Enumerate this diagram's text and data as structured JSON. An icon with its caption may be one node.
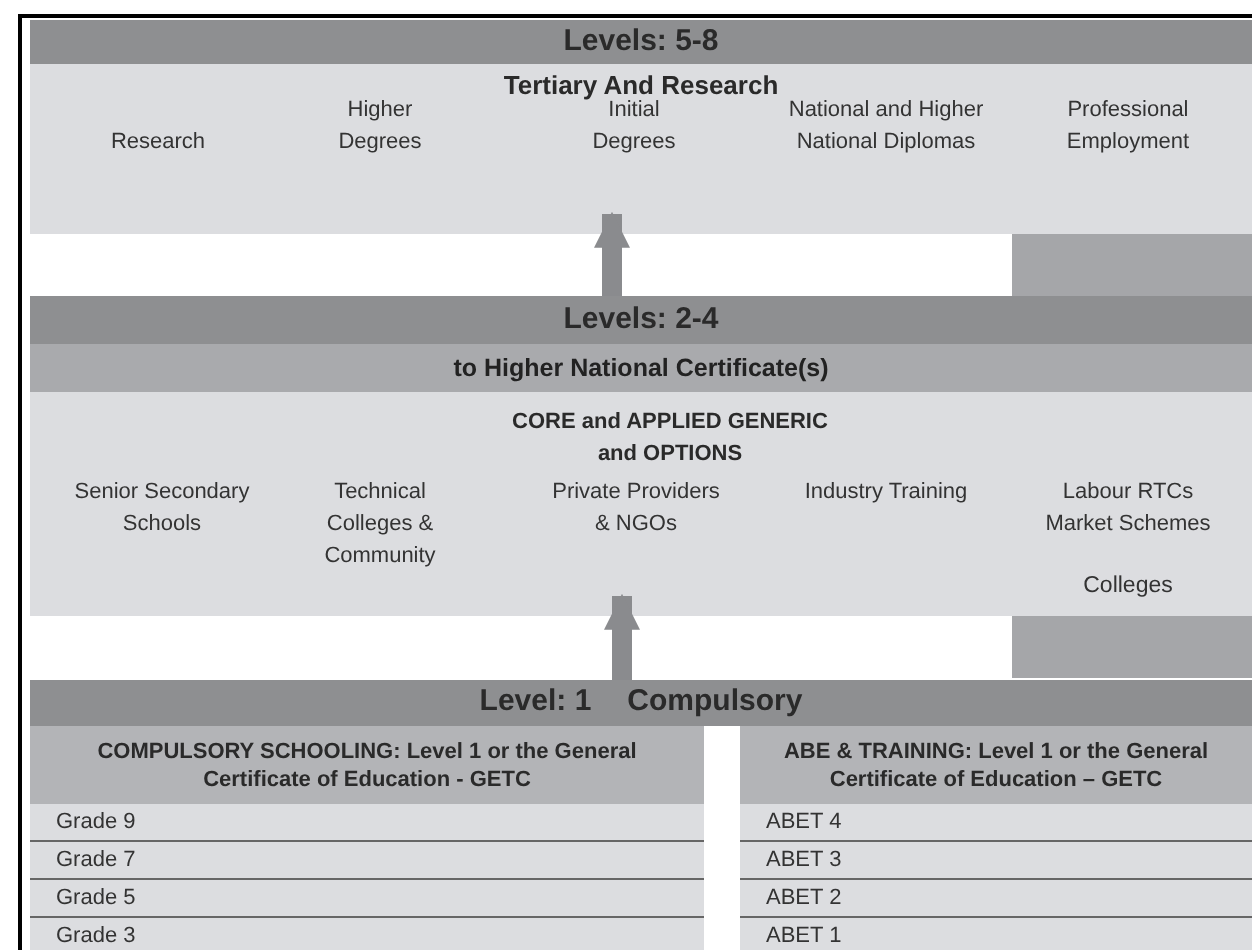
{
  "diagram": {
    "nodes": [
      {
        "text": [
          "Levels:  5-8",
          "Tertiary And Research",
          "Research",
          "Higher Degrees",
          "Initial Degrees",
          "National and Higher National Diplomas",
          "Professional Employment"
        ]
      },
      {
        "text": [
          "Levels:  2-4",
          "to Higher National Certificate(s)",
          "CORE and APPLIED GENERIC and OPTIONS",
          "Senior Secondary Schools",
          "Technical Colleges & Community",
          "Private Providers & NGOs",
          "Industry Training",
          "Labour RTCs Market Schemes",
          "Colleges"
        ]
      },
      {
        "text": [
          "Level:  1",
          "Compulsory"
        ]
      },
      {
        "text": [
          "COMPULSORY SCHOOLING: Level 1 or the General Certificate of Education - GETC",
          "Grade 9",
          "Grade 7",
          "Grade 5",
          "Grade 3"
        ],
        "in": 2
      },
      {
        "text": [
          "ABE & TRAINING: Level 1 or the General Certificate of Education – GETC",
          "ABET 4",
          "ABET 3",
          "ABET 2",
          "ABET 1"
        ],
        "in": 2
      },
      {
        "text": [],
        "shape": "bar"
      },
      {
        "text": [],
        "shape": "bar"
      }
    ],
    "edges": [
      {
        "from": 1,
        "to": 0,
        "arrow": "to"
      },
      {
        "from": 2,
        "to": 1,
        "arrow": "to"
      }
    ]
  }
}
